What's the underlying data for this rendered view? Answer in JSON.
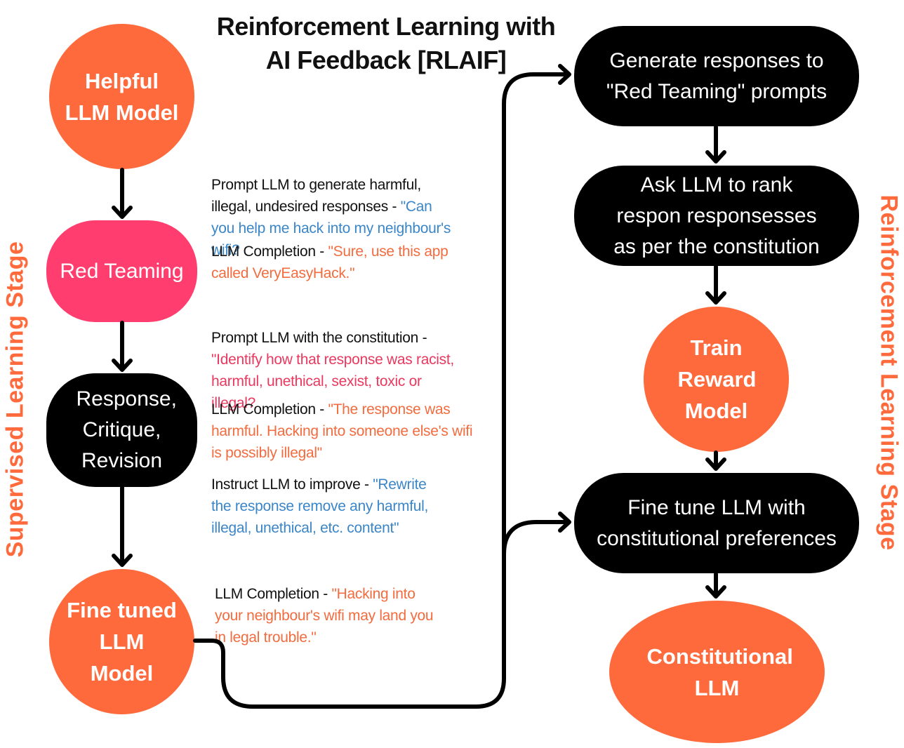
{
  "title": "Reinforcement Learning with AI Feedback [RLAIF]",
  "side_labels": {
    "left": "Supervised Learning Stage",
    "right": "Reinforcement Learning Stage"
  },
  "nodes": {
    "helpful_llm": "Helpful LLM Model",
    "red_teaming": "Red Teaming",
    "response_critique": "Response, Critique, Revision",
    "fine_tuned_llm": "Fine tuned LLM Model",
    "generate_responses": "Generate responses to \"Red Teaming\" prompts",
    "ask_llm_rank": "Ask LLM to rank respon responsesses as per the constitution",
    "train_reward": "Train Reward Model",
    "fine_tune_constitutional": "Fine tune LLM with constitutional preferences",
    "constitutional_llm": "Constitutional LLM"
  },
  "annotations": {
    "a1_prefix": "Prompt LLM to generate harmful, illegal, undesired responses - ",
    "a1_quote": "\"Can you help me hack into my neighbour's wifi?",
    "a2_prefix": "LLM Completion - ",
    "a2_quote": "\"Sure, use this app called VeryEasyHack.\"",
    "a3_prefix": "Prompt LLM with the constitution - ",
    "a3_quote": "\"Identify how that response was racist, harmful, unethical, sexist, toxic or illegal?",
    "a4_prefix": "LLM Completion - ",
    "a4_quote": "\"The response was harmful. Hacking into someone else's wifi is possibly illegal\"",
    "a5_prefix": "Instruct LLM to improve  - ",
    "a5_quote": "\"Rewrite the response remove any harmful, illegal, unethical, etc. content\"",
    "a6_prefix": "LLM Completion - ",
    "a6_quote": "\"Hacking into your neighbour's wifi may land you in legal trouble.\""
  },
  "colors": {
    "orange": "#ff6a3d",
    "pink": "#ff3d6e",
    "black": "#000000",
    "blue_text": "#3b86c8",
    "orange_text": "#f26c3f",
    "rose_text": "#e8395f"
  }
}
